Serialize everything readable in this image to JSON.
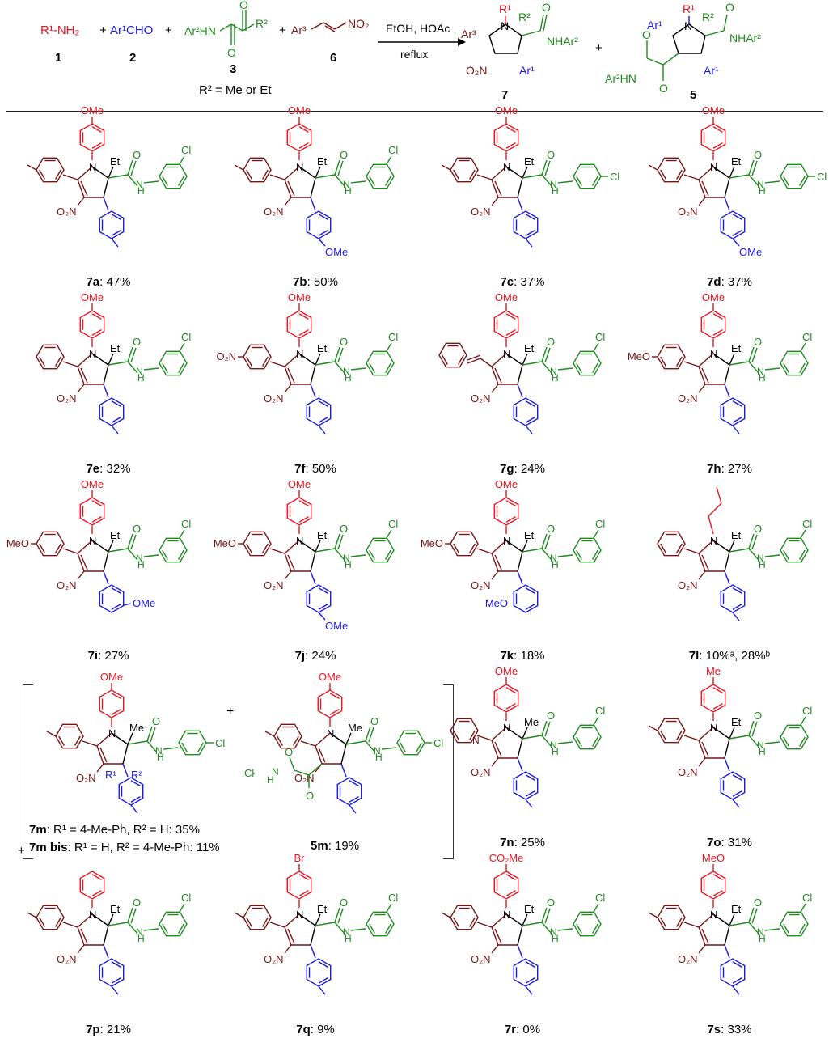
{
  "colors": {
    "amine": "#e8141f",
    "aldehyde": "#1a1ae6",
    "amide": "#1f8c1f",
    "nitroalkene": "#7a1414"
  },
  "scheme": {
    "reagents": {
      "r1nh2": "R¹-NH₂",
      "ar1cho": "Ar¹CHO",
      "ar2hn": "Ar²HN",
      "r2": "R²",
      "ar3": "Ar³",
      "no2": "NO₂"
    },
    "numbers": [
      "1",
      "2",
      "3",
      "6"
    ],
    "plus": "+",
    "conditions_top": "EtOH, HOAc",
    "conditions_bottom": "reflux",
    "r2_note": "R² = Me or Et",
    "product_7": {
      "number": "7",
      "r1": "R¹",
      "r2": "R²",
      "ar3": "Ar³",
      "nhar2": "NHAr²",
      "o2n": "O₂N",
      "ar1": "Ar¹"
    },
    "product_5": {
      "number": "5",
      "r1": "R¹",
      "r2": "R²",
      "ar1_left": "Ar¹",
      "nhar2": "NHAr²",
      "ar2hn": "Ar²HN",
      "ar1": "Ar¹"
    }
  },
  "compounds": [
    {
      "id": "7a",
      "yield": ": 47%",
      "r1": "OMe",
      "c4": "",
      "nsub": "Et",
      "ar": "Cl",
      "amide_pos": "meta",
      "ar1": "",
      "ar1_pos": "para-Me"
    },
    {
      "id": "7b",
      "yield": ": 50%",
      "r1": "OMe",
      "c4": "",
      "nsub": "Et",
      "ar": "Cl",
      "amide_pos": "meta",
      "ar1": "OMe",
      "ar1_pos": "para-OMe"
    },
    {
      "id": "7c",
      "yield": ": 37%",
      "r1": "OMe",
      "c4": "",
      "nsub": "Et",
      "ar": "Cl",
      "amide_pos": "para",
      "ar1": "",
      "ar1_pos": "para-Me"
    },
    {
      "id": "7d",
      "yield": ": 37%",
      "r1": "OMe",
      "c4": "",
      "nsub": "Et",
      "ar": "Cl",
      "amide_pos": "para",
      "ar1": "OMe",
      "ar1_pos": "para-OMe"
    },
    {
      "id": "7e",
      "yield": ": 32%",
      "r1": "OMe",
      "c4": "",
      "nsub": "Et",
      "ar": "Cl",
      "amide_pos": "meta",
      "ar1": "",
      "ar1_pos": "para-Me"
    },
    {
      "id": "7f",
      "yield": ": 50%",
      "r1": "OMe",
      "c4": "O₂N",
      "nsub": "Et",
      "ar": "Cl",
      "amide_pos": "meta",
      "ar1": "",
      "ar1_pos": "para-Me"
    },
    {
      "id": "7g",
      "yield": ": 24%",
      "r1": "OMe",
      "c4": "",
      "nsub": "Et",
      "ar": "Cl",
      "amide_pos": "meta",
      "ar1": "",
      "ar1_pos": "para-Me"
    },
    {
      "id": "7h",
      "yield": ": 27%",
      "r1": "OMe",
      "c4": "MeO",
      "nsub": "Et",
      "ar": "Cl",
      "amide_pos": "meta",
      "ar1": "",
      "ar1_pos": "para-Me"
    },
    {
      "id": "7i",
      "yield": ": 27%",
      "r1": "OMe",
      "c4": "MeO",
      "nsub": "Et",
      "ar": "Cl",
      "amide_pos": "meta",
      "ar1": "OMe",
      "ar1_pos": "meta-OMe"
    },
    {
      "id": "7j",
      "yield": ": 24%",
      "r1": "OMe",
      "c4": "MeO",
      "nsub": "Et",
      "ar": "Cl",
      "amide_pos": "meta",
      "ar1": "OMe",
      "ar1_pos": "para-OMe"
    },
    {
      "id": "7k",
      "yield": ": 18%",
      "r1": "OMe",
      "c4": "MeO",
      "nsub": "Et",
      "ar": "Cl",
      "amide_pos": "meta",
      "ar1": "MeO",
      "ar1_pos": "ortho-OMe"
    },
    {
      "id": "7l",
      "yield": ": 10%ᵃ, 28%ᵇ",
      "r1": "",
      "c4": "",
      "nsub": "Et",
      "ar": "Cl",
      "amide_pos": "meta",
      "ar1": "",
      "ar1_pos": "para-Me"
    },
    {
      "id": "7n",
      "yield": ": 25%",
      "r1": "OMe",
      "c4": "",
      "nsub": "Me",
      "ar": "Cl",
      "amide_pos": "meta",
      "ar1": "",
      "ar1_pos": "para-Me"
    },
    {
      "id": "7o",
      "yield": ": 31%",
      "r1": "Me",
      "c4": "",
      "nsub": "Et",
      "ar": "Cl",
      "amide_pos": "meta",
      "ar1": "",
      "ar1_pos": "para-Me"
    },
    {
      "id": "7p",
      "yield": ": 21%",
      "r1": "",
      "c4": "",
      "nsub": "Et",
      "ar": "Cl",
      "amide_pos": "meta",
      "ar1": "",
      "ar1_pos": "para-Me"
    },
    {
      "id": "7q",
      "yield": ": 9%",
      "r1": "Br",
      "c4": "",
      "nsub": "Et",
      "ar": "Cl",
      "amide_pos": "meta",
      "ar1": "",
      "ar1_pos": "para-Me"
    },
    {
      "id": "7r",
      "yield": ": 0%",
      "r1": "CO₂Me",
      "c4": "",
      "nsub": "Et",
      "ar": "Cl",
      "amide_pos": "meta",
      "ar1": "",
      "ar1_pos": "para-Me"
    },
    {
      "id": "7s",
      "yield": ": 33%",
      "r1": "MeO",
      "c4": "",
      "nsub": "Et",
      "ar": "Cl",
      "amide_pos": "meta",
      "ar1": "",
      "ar1_pos": "para-Me"
    }
  ],
  "labels": {
    "o2n": "O₂N",
    "o": "O",
    "h": "H",
    "n": "N",
    "r1": "R¹",
    "r2": "R²"
  },
  "compound_7m": {
    "plus_left": "+",
    "plus_mid": "+",
    "r1": "OMe",
    "nsub": "Me",
    "ar": "Cl",
    "line1_id": "7m",
    "line1_text": ": R¹ = 4-Me-Ph, R² = H: 35%",
    "line2_id": "7m bis",
    "line2_text": ": R¹ = H, R² = 4-Me-Ph: 11%"
  },
  "compound_5m": {
    "id": "5m",
    "yield": ": 19%",
    "r1": "OMe",
    "nsub": "Me",
    "ar_right": "Cl",
    "ar_left": "Cl"
  }
}
